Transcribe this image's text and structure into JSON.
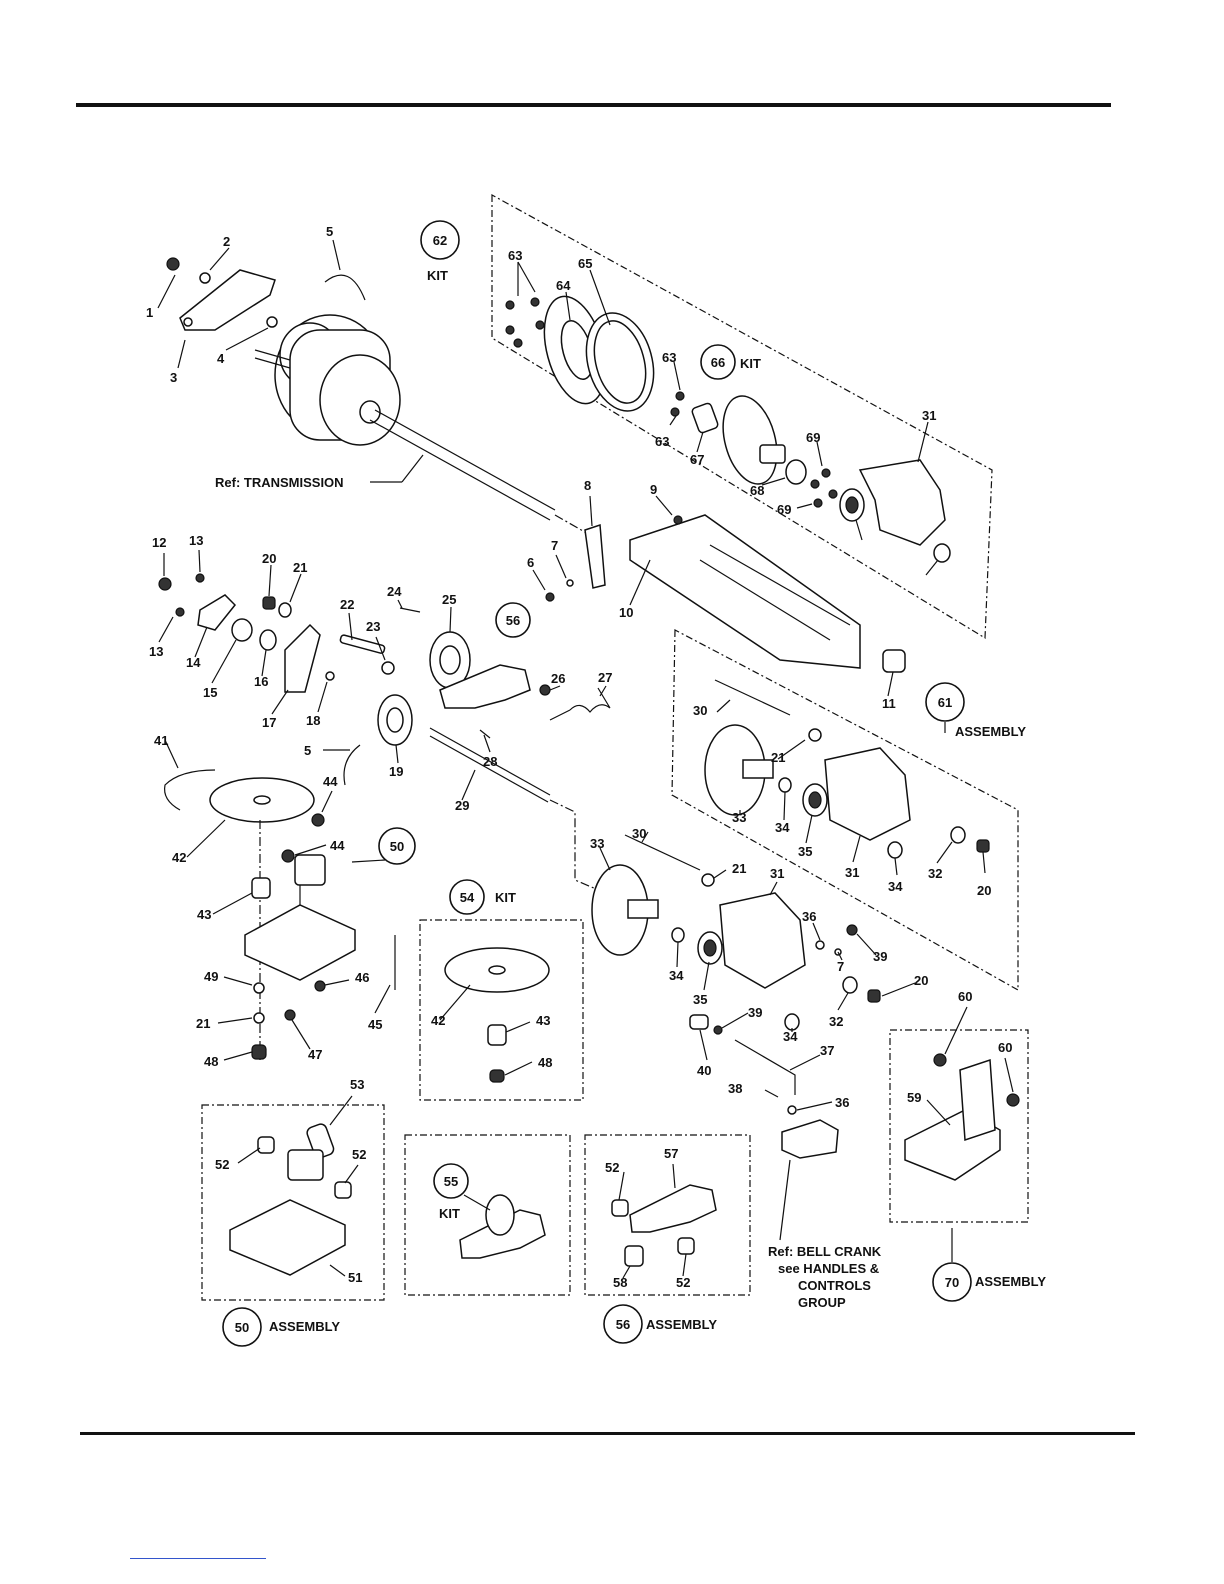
{
  "diagram": {
    "reference_labels": {
      "transmission": "Ref: TRANSMISSION",
      "bell_crank_1": "Ref: BELL CRANK",
      "bell_crank_2": "see HANDLES &",
      "bell_crank_3": "CONTROLS",
      "bell_crank_4": "GROUP"
    },
    "kit_callouts": [
      {
        "number": "62",
        "word": "KIT"
      },
      {
        "number": "66",
        "word": "KIT"
      },
      {
        "number": "54",
        "word": "KIT"
      },
      {
        "number": "55",
        "word": "KIT"
      }
    ],
    "assembly_callouts": [
      {
        "number": "61",
        "word": "ASSEMBLY"
      },
      {
        "number": "50",
        "word": "ASSEMBLY"
      },
      {
        "number": "56",
        "word": "ASSEMBLY"
      },
      {
        "number": "70",
        "word": "ASSEMBLY"
      }
    ],
    "plain_circles": [
      "56",
      "50"
    ],
    "part_numbers": [
      "1",
      "2",
      "3",
      "4",
      "5",
      "63",
      "64",
      "65",
      "63",
      "66",
      "63",
      "67",
      "68",
      "69",
      "69",
      "31",
      "8",
      "9",
      "10",
      "6",
      "7",
      "12",
      "13",
      "13",
      "14",
      "15",
      "20",
      "21",
      "16",
      "17",
      "22",
      "18",
      "24",
      "23",
      "25",
      "26",
      "27",
      "28",
      "5",
      "19",
      "41",
      "42",
      "44",
      "44",
      "29",
      "11",
      "30",
      "21",
      "33",
      "34",
      "35",
      "31",
      "34",
      "32",
      "20",
      "43",
      "49",
      "46",
      "45",
      "21",
      "47",
      "48",
      "42",
      "43",
      "48",
      "30",
      "21",
      "31",
      "33",
      "36",
      "39",
      "7",
      "34",
      "35",
      "34",
      "32",
      "20",
      "40",
      "39",
      "37",
      "38",
      "36",
      "60",
      "60",
      "59",
      "53",
      "52",
      "52",
      "51",
      "55",
      "52",
      "57",
      "58",
      "52"
    ]
  }
}
